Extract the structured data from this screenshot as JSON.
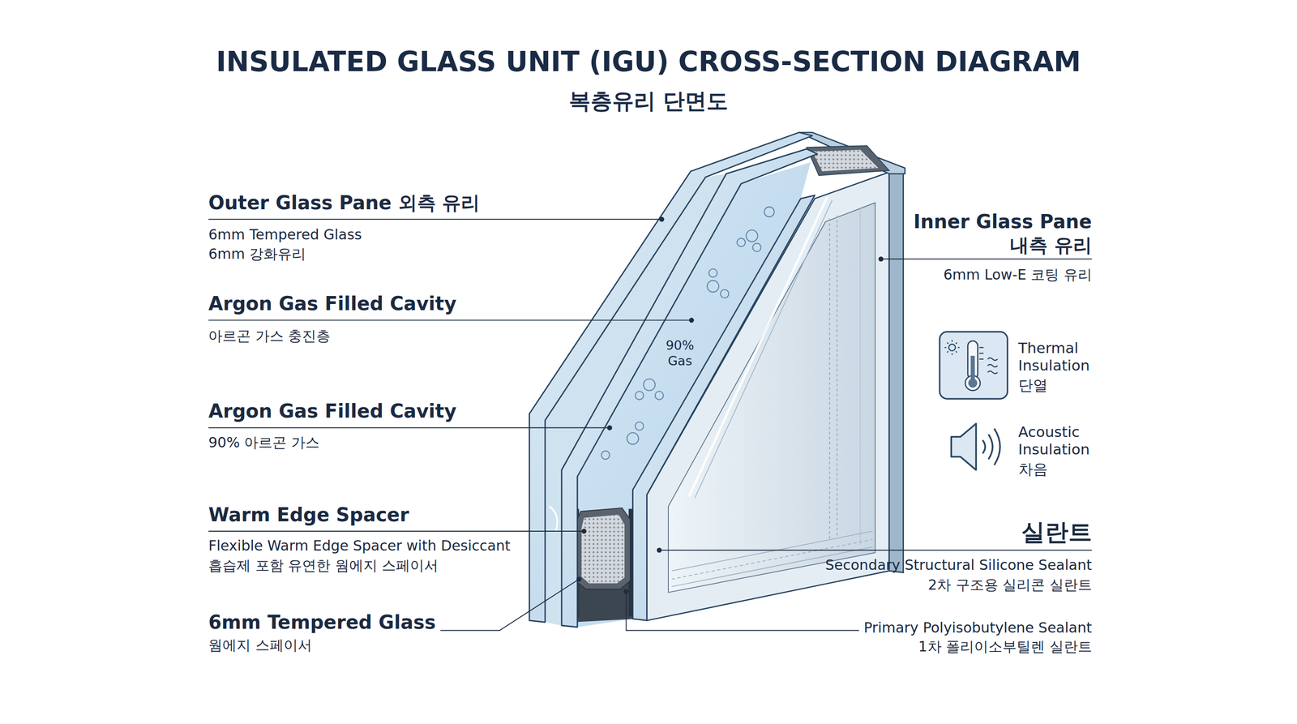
{
  "diagram": {
    "title": "INSULATED GLASS UNIT (IGU) CROSS-SECTION DIAGRAM",
    "labels": [
      "복층유리 단면도",
      "Outer Glass Pane 외측 유리",
      "6mm Tempered Glass",
      "6mm 강화유리",
      "Argon Gas Filled Cavity",
      "아르곤 가스 충진층",
      "Argon Gas Filled Cavity",
      "90% 아르곤 가스",
      "Warm Edge Spacer",
      "Flexible Warm Edge Spacer with Desiccant",
      "흡습제 포함 유연한 웜에지 스페이서",
      "6mm Tempered Glass",
      "웜에지 스페이서",
      "Inner Glass Pane",
      "내측 유리",
      "6mm Low-E 코팅 유리",
      "90% Gas",
      "Thermal Insulation",
      "단열",
      "Acoustic Insulation",
      "차음",
      "실란트",
      "Secondary Structural Silicone Sealant",
      "2차 구조용 실리콘 실란트",
      "Primary Polyisobutylene Sealant",
      "1차 폴리이소부틸렌 실란트"
    ]
  }
}
